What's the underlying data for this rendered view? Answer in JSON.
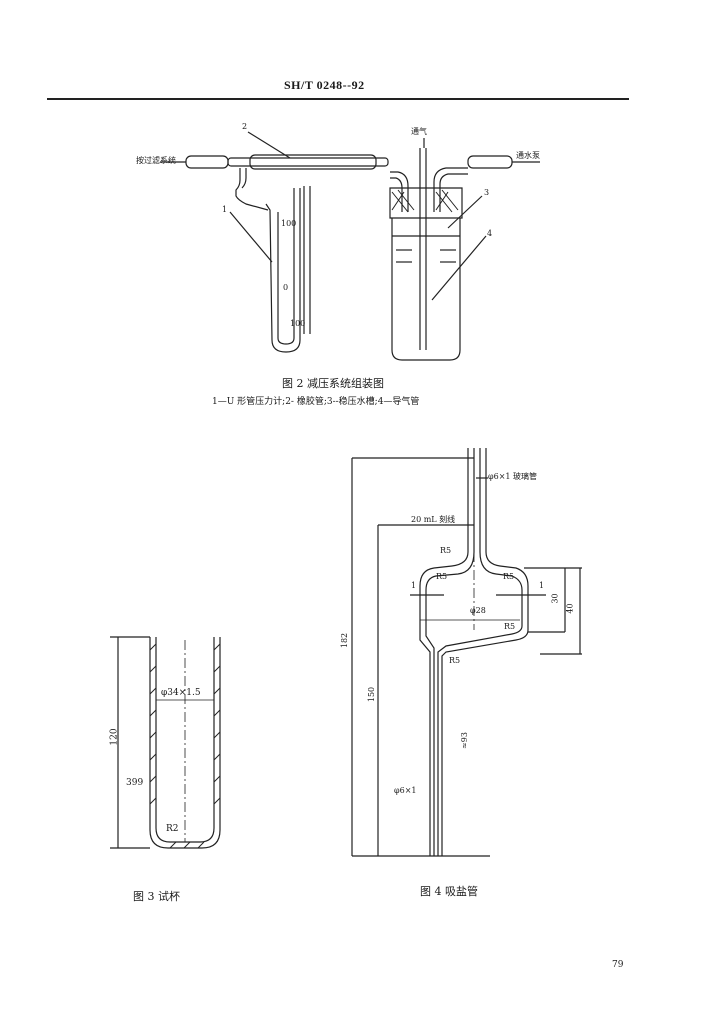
{
  "header": {
    "standard_no": "SH/T 0248--92"
  },
  "figure2": {
    "label_to_filter": "按过滤系统",
    "label_vent": "通气",
    "label_to_pump": "通水泵",
    "callouts": [
      "1",
      "2",
      "3",
      "4"
    ],
    "scale_top": "100",
    "scale_mid": "0",
    "scale_bottom": "100",
    "caption": "图 2  减压系统组装图",
    "legend": "1—U 形管压力计;2- 橡胶管;3--稳压水槽;4—导气管"
  },
  "figure3": {
    "dim_height": "120",
    "dim_wall": "φ34×1.5",
    "dim_inner": "399",
    "dim_radius": "R2",
    "caption": "图 3  试杯"
  },
  "figure4": {
    "dim_glass_tube": "φ6×1 玻璃管",
    "dim_mark": "20 mL 刻线",
    "dim_r5_a": "R5",
    "dim_r5_b": "R5",
    "dim_r5_c": "R5",
    "dim_r5_d": "R5",
    "dim_r5_e": "R5",
    "dim_section_left": "1",
    "dim_section_right": "1",
    "dim_bulb_diam": "φ28",
    "dim_30": "30",
    "dim_40": "40",
    "dim_182": "182",
    "dim_150": "150",
    "dim_93": "≈93",
    "dim_bottom_tube": "φ6×1",
    "caption": "图 4   吸盐管"
  },
  "footer": {
    "page_number": "79"
  }
}
